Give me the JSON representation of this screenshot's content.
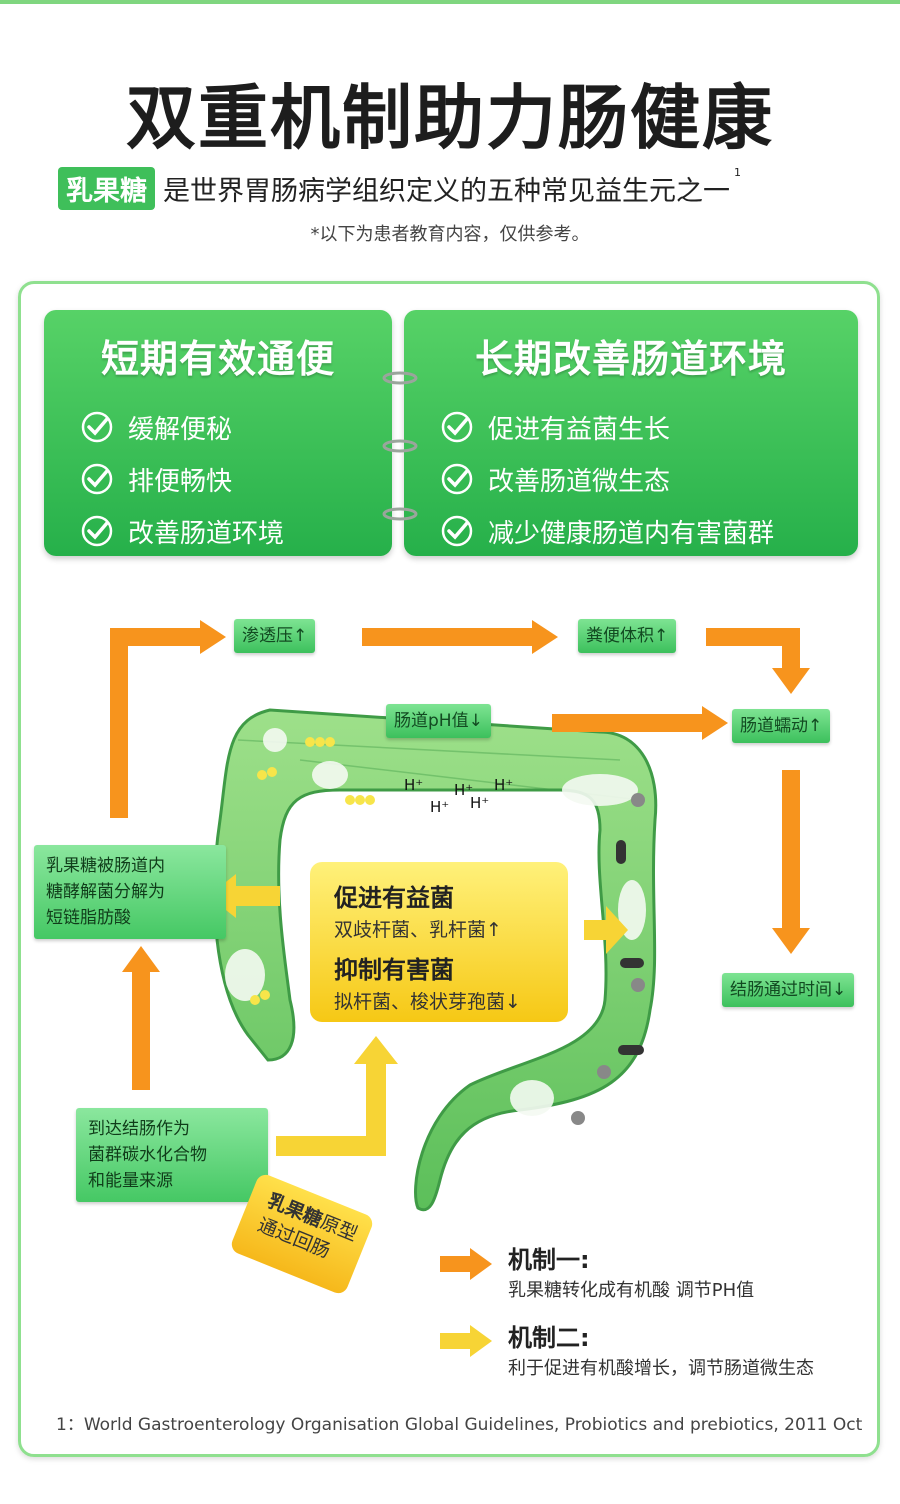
{
  "header": {
    "title": "双重机制助力肠健康",
    "tag": "乳果糖",
    "subtitle": "是世界胃肠病学组织定义的五种常见益生元之一",
    "superscript": "1",
    "note": "*以下为患者教育内容，仅供参考。"
  },
  "cards": {
    "short": {
      "title": "短期有效通便",
      "items": [
        "缓解便秘",
        "排便畅快",
        "改善肠道环境"
      ]
    },
    "long": {
      "title": "长期改善肠道环境",
      "items": [
        "促进有益菌生长",
        "改善肠道微生态",
        "减少健康肠道内有害菌群"
      ]
    }
  },
  "flow": {
    "osmotic": "渗透压↑",
    "stool_volume": "粪便体积↑",
    "ph": "肠道pH值↓",
    "peristalsis": "肠道蠕动↑",
    "transit": "结肠通过时间↓",
    "decompose": [
      "乳果糖被肠道内",
      "糖酵解菌分解为",
      "短链脂肪酸"
    ],
    "reach": [
      "到达结肠作为",
      "菌群碳水化合物",
      "和能量来源"
    ],
    "ileum": {
      "bold": "乳果糖",
      "rest": "原型",
      "line2": "通过回肠"
    },
    "hplus": "H⁺"
  },
  "center": {
    "h1": "促进有益菌",
    "t1": "双歧杆菌、乳杆菌↑",
    "h2": "抑制有害菌",
    "t2": "拟杆菌、梭状芽孢菌↓"
  },
  "legend": {
    "m1_title": "机制一:",
    "m1_text": "乳果糖转化成有机酸 调节PH值",
    "m2_title": "机制二:",
    "m2_text": "利于促进有机酸增长，调节肠道微生态"
  },
  "footnote": "1：World Gastroenterology Organisation Global Guidelines, Probiotics and prebiotics, 2011 Oct",
  "colors": {
    "green": "#3fbf5a",
    "orange": "#f7941d",
    "yellow": "#f7d435"
  }
}
